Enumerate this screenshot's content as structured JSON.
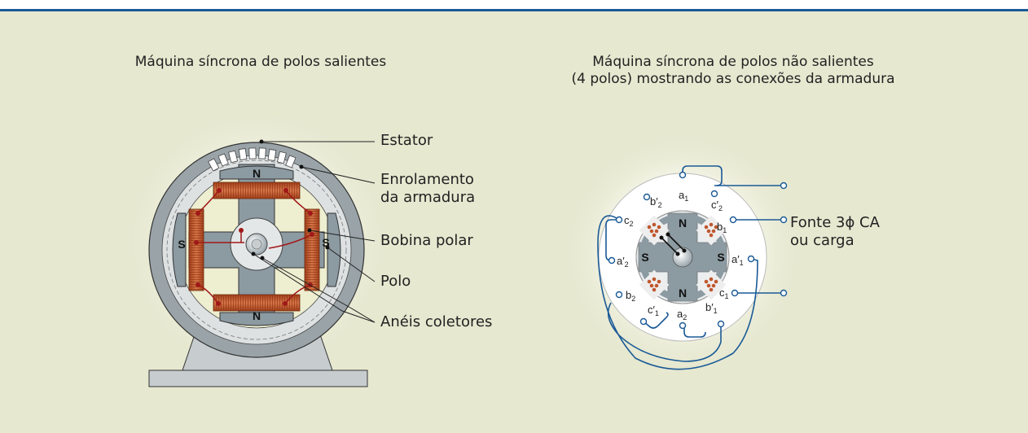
{
  "left": {
    "title": "Máquina síncrona de polos salientes",
    "callouts": {
      "estator": "Estator",
      "enrolamento_l1": "Enrolamento",
      "enrolamento_l2": "da armadura",
      "bobina": "Bobina polar",
      "polo": "Polo",
      "aneis": "Anéis coletores"
    },
    "poles": {
      "top": "N",
      "bottom": "N",
      "left": "S",
      "right": "S"
    }
  },
  "right": {
    "title_l1": "Máquina síncrona de polos não salientes",
    "title_l2": "(4 polos) mostrando as conexões da armadura",
    "source_l1": "Fonte 3ϕ CA",
    "source_l2": "ou carga",
    "poles": {
      "top": "N",
      "bottom": "N",
      "left": "S",
      "right": "S"
    },
    "terminals": {
      "a1": "a",
      "a1_sub": "1",
      "c2p": "c′",
      "c2p_sub": "2",
      "b2p": "b′",
      "b2p_sub": "2",
      "c2": "c",
      "c2_sub": "2",
      "b1": "b",
      "b1_sub": "1",
      "a2p": "a′",
      "a2p_sub": "2",
      "a1p": "a′",
      "a1p_sub": "1",
      "b2": "b",
      "b2_sub": "2",
      "c1": "c",
      "c1_sub": "1",
      "c1p": "c′",
      "c1p_sub": "1",
      "a2": "a",
      "a2_sub": "2",
      "b1p": "b′",
      "b1p_sub": "1"
    }
  },
  "colors": {
    "topbar": "#1a5a96",
    "panel": "#e6e8d0",
    "coil": "#c0562e",
    "wire_blue": "#1a5a96",
    "wire_red": "#a01818",
    "steel": "#8c9aa2"
  }
}
